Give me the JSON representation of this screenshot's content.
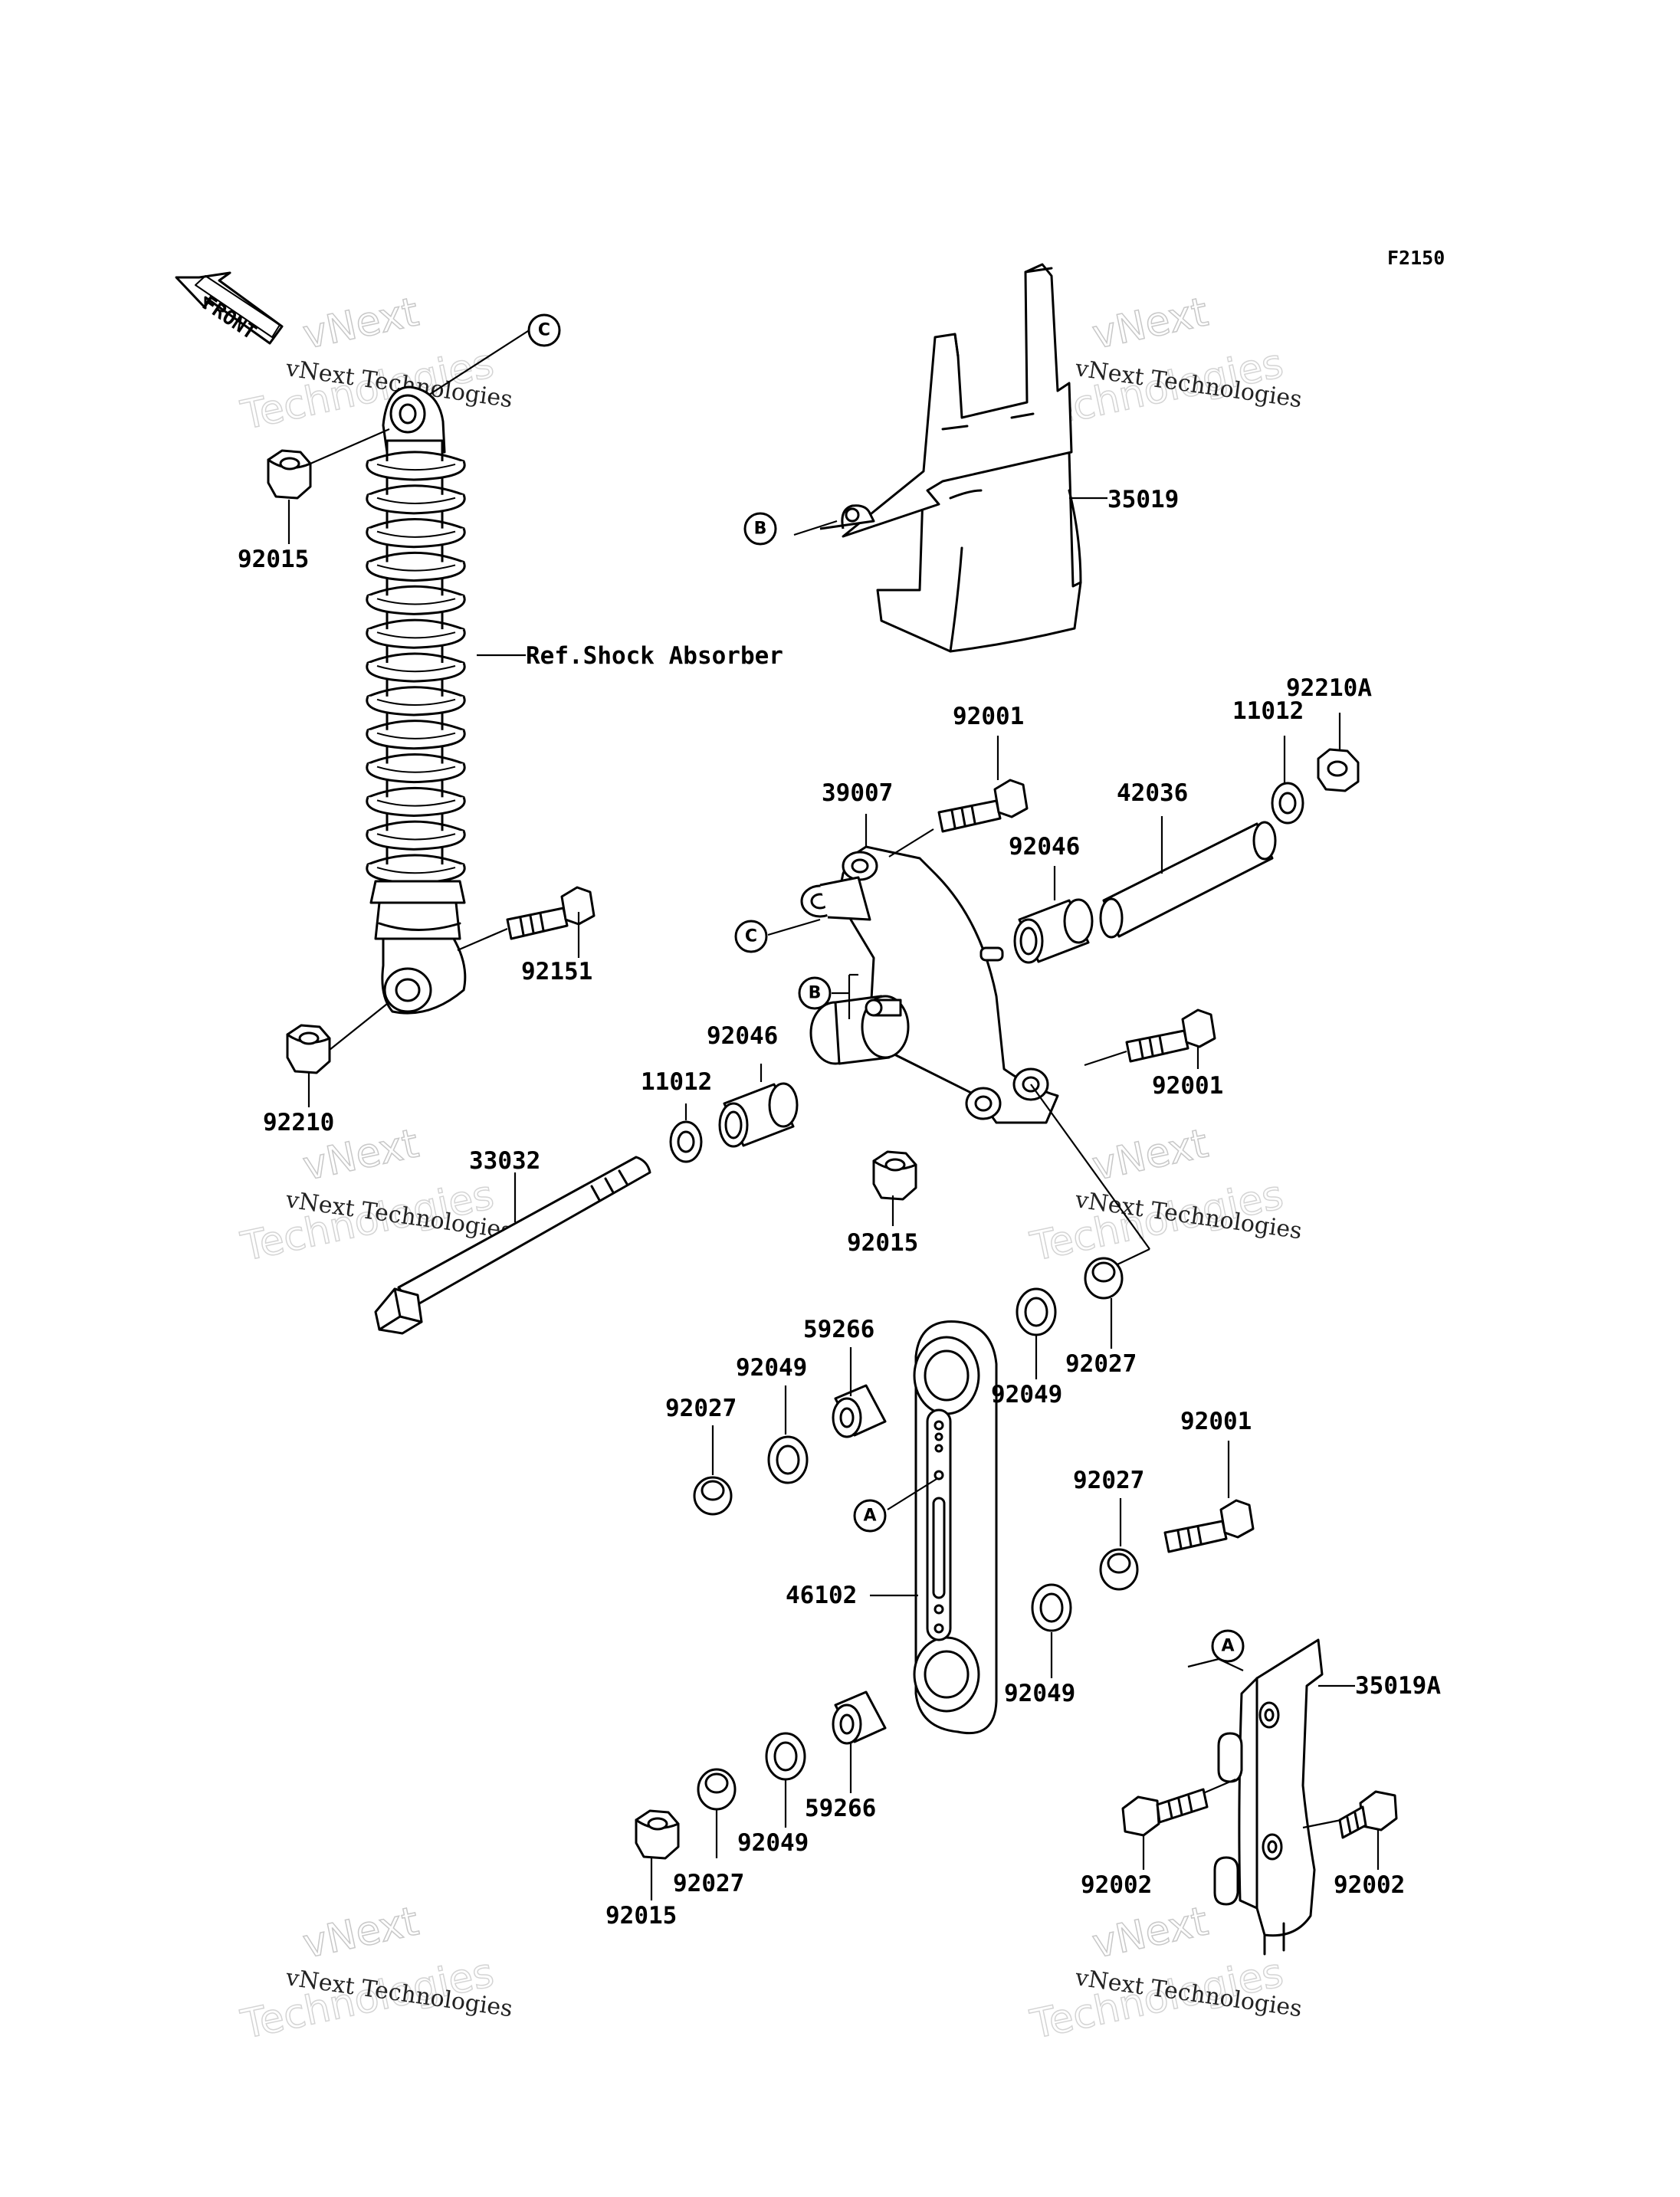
{
  "figure_code": "F2150",
  "front_label": "FRONT",
  "watermark": {
    "line1": "vNext Technologies",
    "big": "vNext",
    "big2": "Technologies"
  },
  "callouts": {
    "a": "A",
    "b": "B",
    "c": "C"
  },
  "parts": {
    "p35019": "35019",
    "p35019a": "35019A",
    "ref_shock": "Ref.Shock Absorber",
    "p92015_top": "92015",
    "p92015_mid": "92015",
    "p92015_bot": "92015",
    "p92151": "92151",
    "p92210": "92210",
    "p92210a": "92210A",
    "p33032": "33032",
    "p39007": "39007",
    "p92001_top": "92001",
    "p92001_right": "92001",
    "p92001_low": "92001",
    "p42036": "42036",
    "p11012_right": "11012",
    "p11012_left": "11012",
    "p92046_right": "92046",
    "p92046_left": "92046",
    "p59266_top": "59266",
    "p59266_bot": "59266",
    "p92049_top_left": "92049",
    "p92049_top_right": "92049",
    "p92049_mid_right": "92049",
    "p92049_bot": "92049",
    "p92027_top_left": "92027",
    "p92027_top_right": "92027",
    "p92027_mid_right": "92027",
    "p92027_bot": "92027",
    "p46102": "46102",
    "p92002_left": "92002",
    "p92002_right": "92002"
  }
}
